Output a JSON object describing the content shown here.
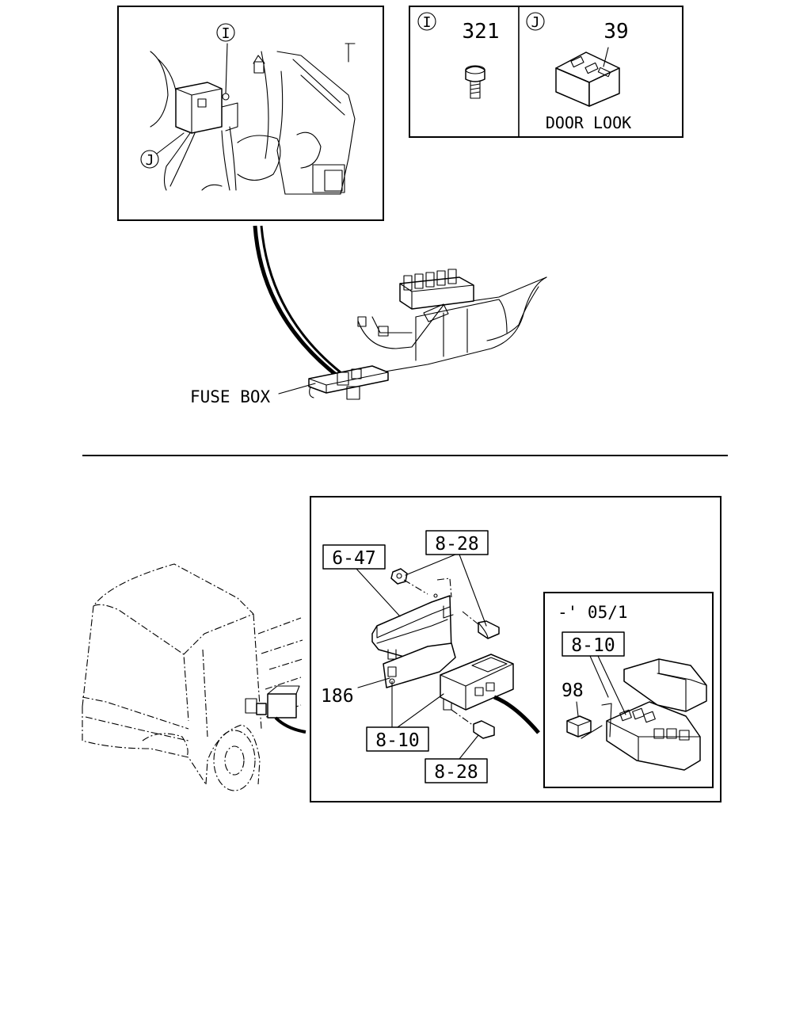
{
  "callouts": {
    "circle_i": "I",
    "circle_j": "J",
    "inset_i_letter": "I",
    "inset_j_letter": "J"
  },
  "parts": {
    "p321": "321",
    "p39": "39",
    "door_look": "DOOR LOOK",
    "fuse_box": "FUSE BOX",
    "p6_47": "6-47",
    "p8_28_top": "8-28",
    "p8_28_bottom": "8-28",
    "p186": "186",
    "p8_10_main": "8-10",
    "p8_10_sub": "8-10",
    "p98": "98",
    "date_range": "-' 05/1"
  }
}
